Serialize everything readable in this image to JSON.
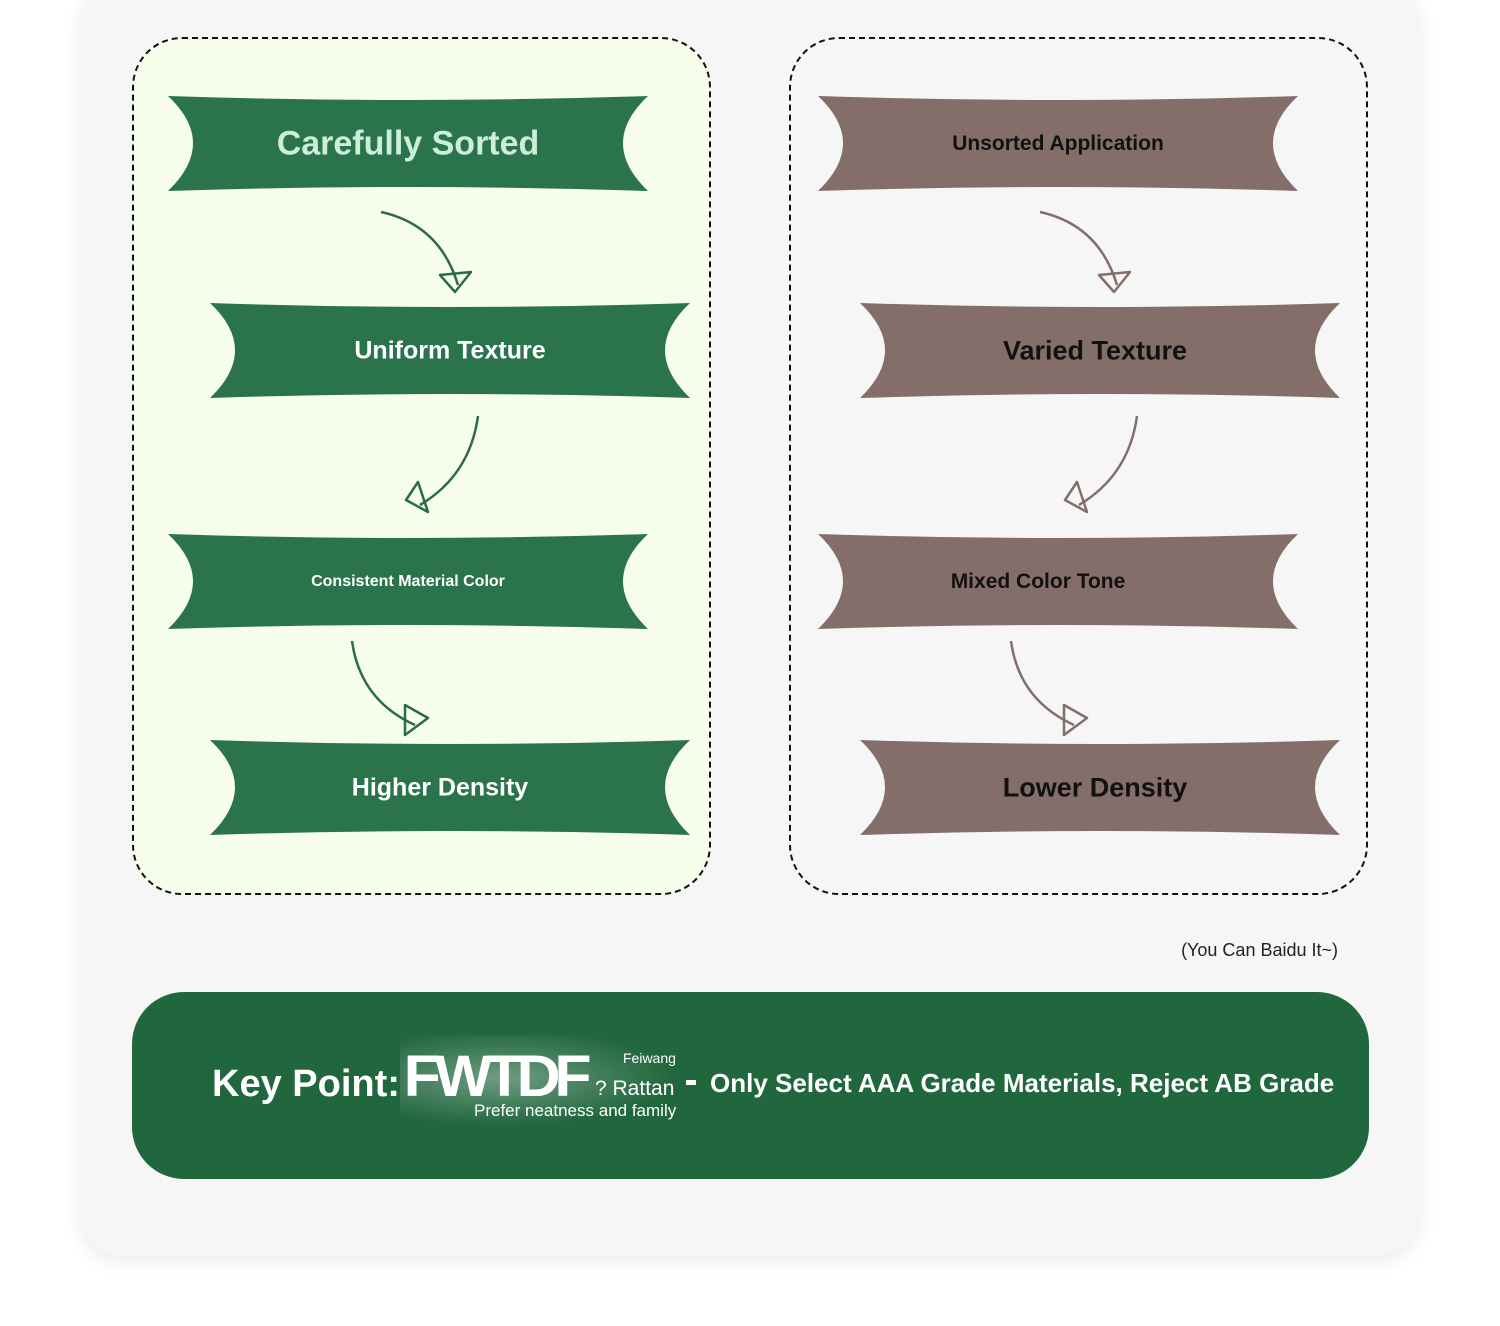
{
  "left_column": {
    "steps": [
      "Carefully Sorted",
      "Uniform Texture",
      "Consistent Material Color",
      "Higher Density"
    ]
  },
  "right_column": {
    "steps": [
      "Unsorted Application",
      "Varied Texture",
      "Mixed Color Tone",
      "Lower Density"
    ]
  },
  "note": "(You Can Baidu It~)",
  "key_point": {
    "label": "Key Point:",
    "logo": {
      "mark": "FWTDF",
      "brand_top": "Feiwang",
      "brand": "? Rattan",
      "slogan": "Prefer neatness and family"
    },
    "message": "Only Select AAA Grade Materials, Reject AB Grade"
  },
  "colors": {
    "green": "#2b744b",
    "brown": "#836e6a",
    "banner": "#21673e",
    "left_panel_bg": "#f6fdeb"
  }
}
